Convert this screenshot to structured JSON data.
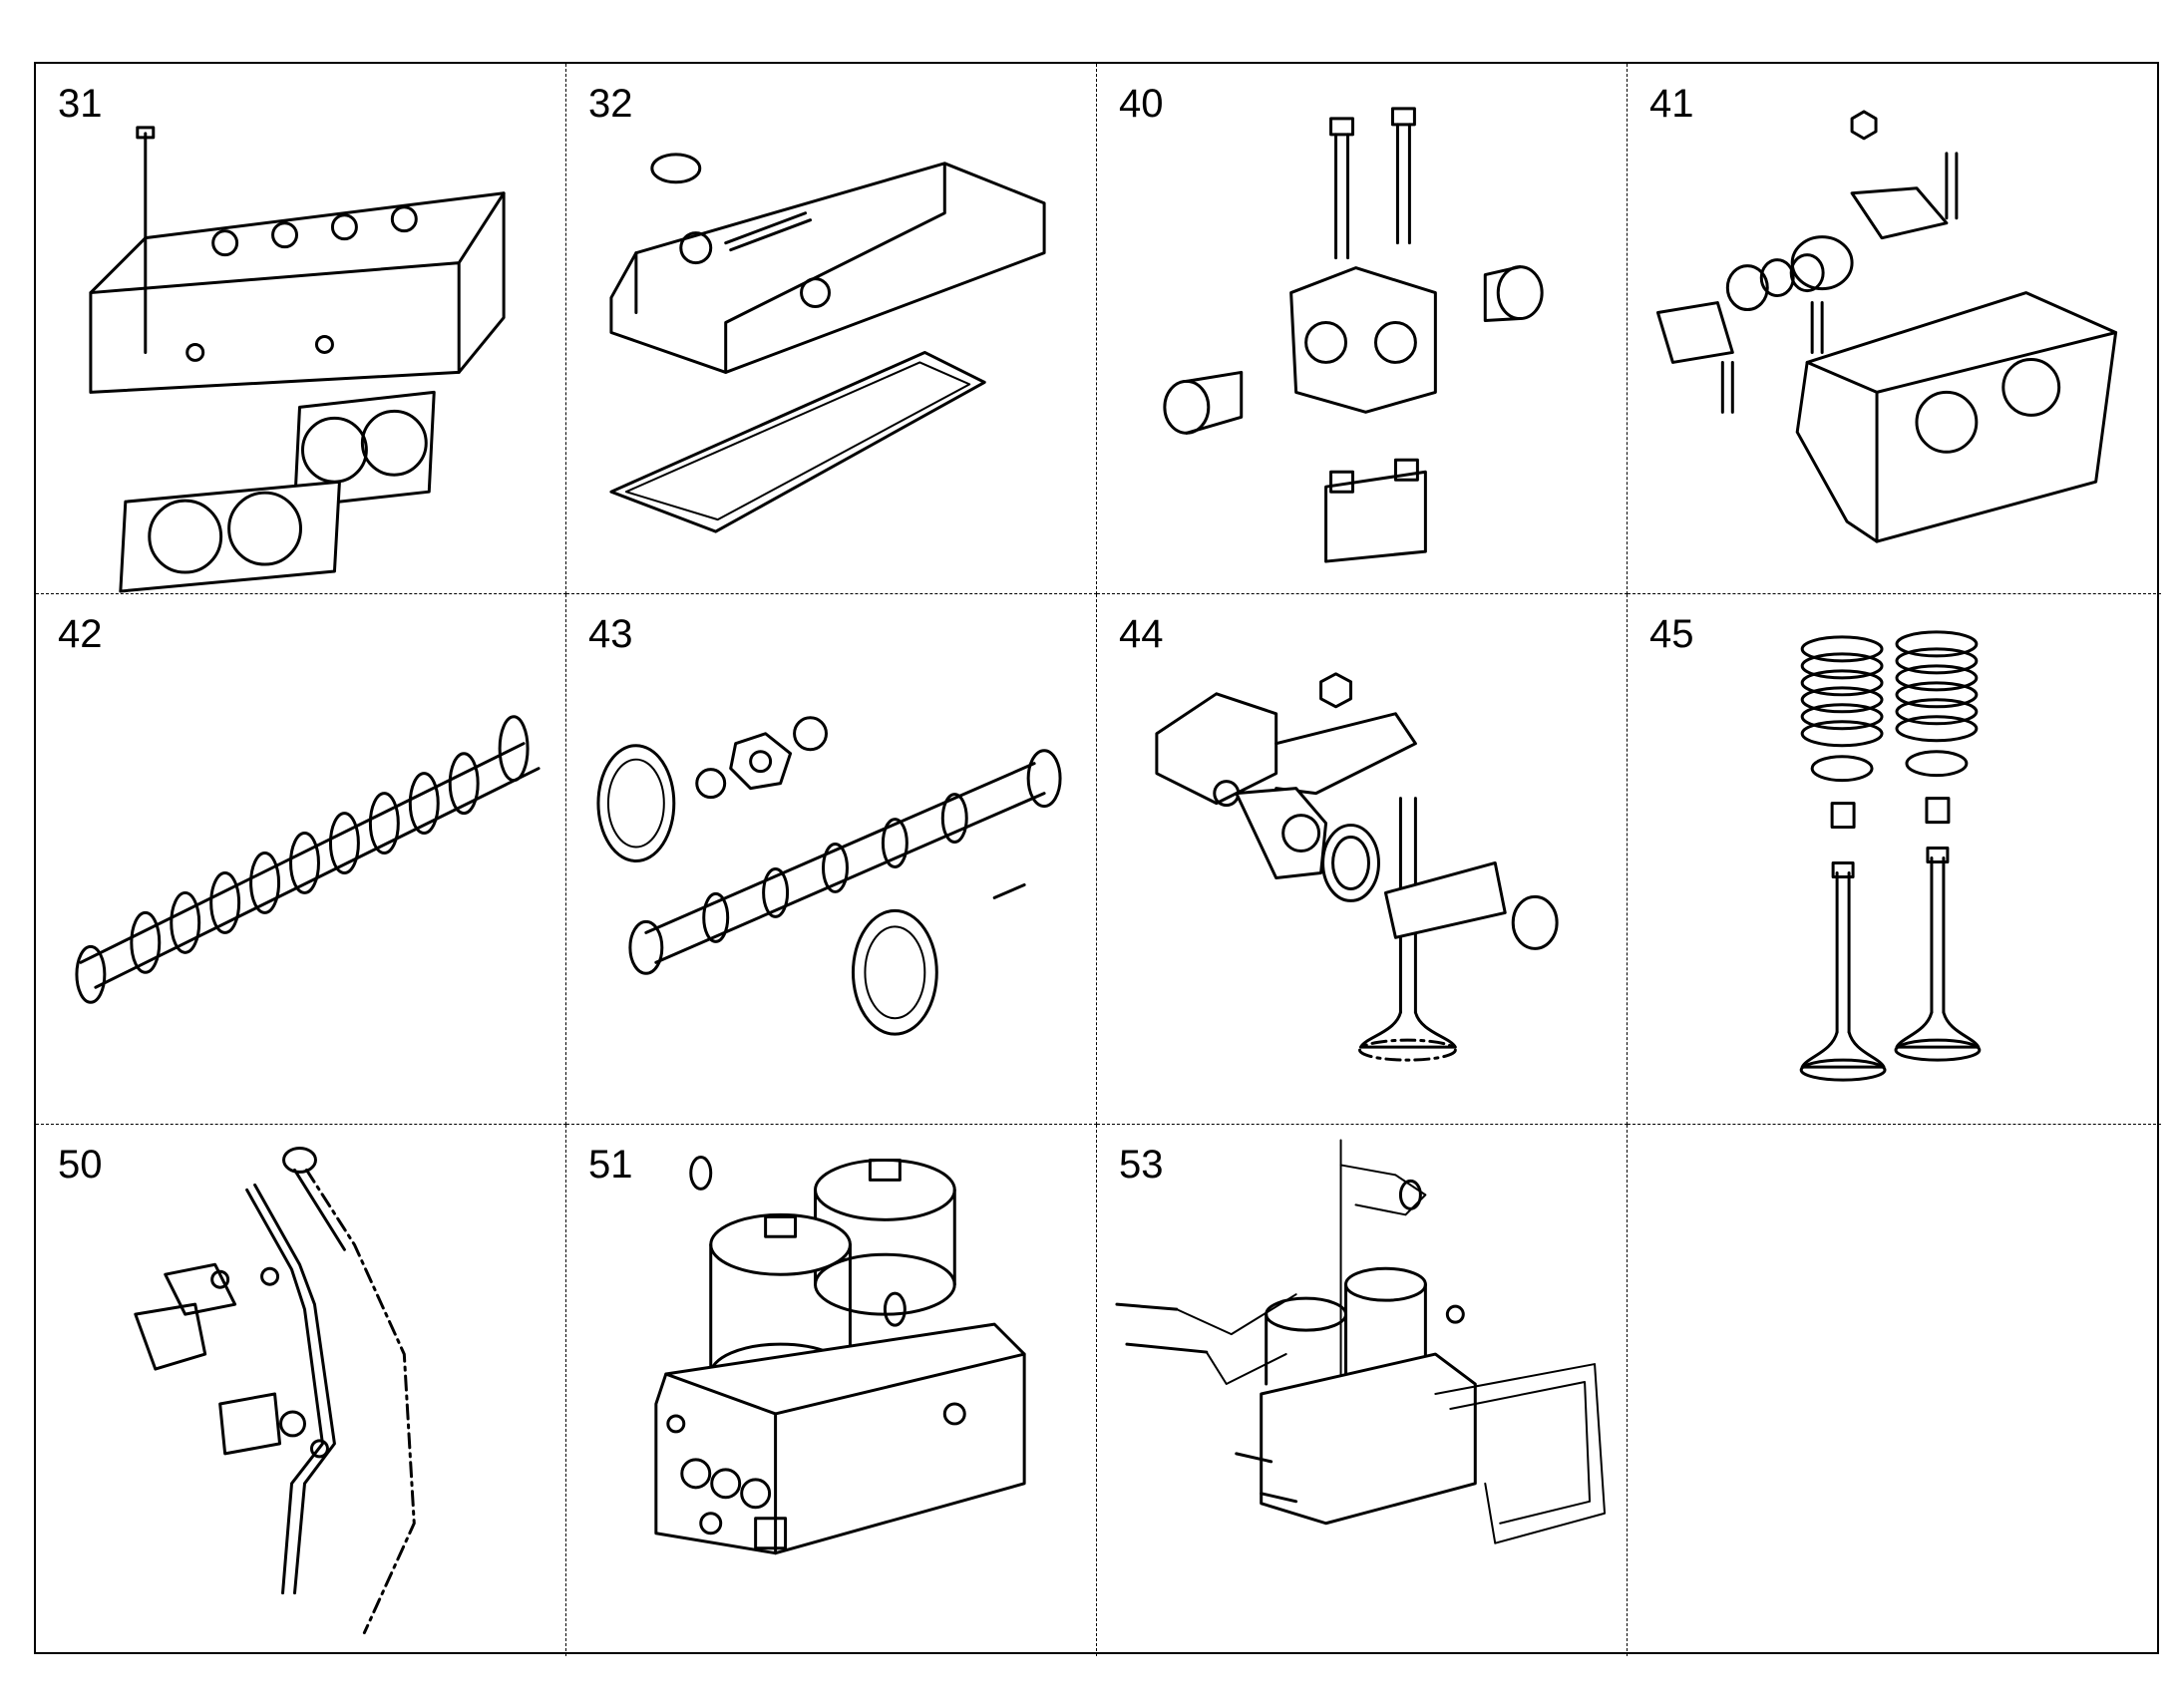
{
  "colors": {
    "line": "#000000",
    "background": "#ffffff"
  },
  "cells": [
    {
      "number": "31",
      "icon": "cylinder-head-gasket-icon"
    },
    {
      "number": "32",
      "icon": "valve-cover-icon"
    },
    {
      "number": "40",
      "icon": "rocker-bracket-icon"
    },
    {
      "number": "41",
      "icon": "rocker-arm-assembly-icon"
    },
    {
      "number": "42",
      "icon": "camshaft-icon"
    },
    {
      "number": "43",
      "icon": "camshaft-gears-icon"
    },
    {
      "number": "44",
      "icon": "rocker-arm-valve-icon"
    },
    {
      "number": "45",
      "icon": "valves-springs-icon"
    },
    {
      "number": "50",
      "icon": "dipstick-tube-icon"
    },
    {
      "number": "51",
      "icon": "oil-filter-housing-icon"
    },
    {
      "number": "53",
      "icon": "oil-filter-exploded-icon"
    }
  ]
}
